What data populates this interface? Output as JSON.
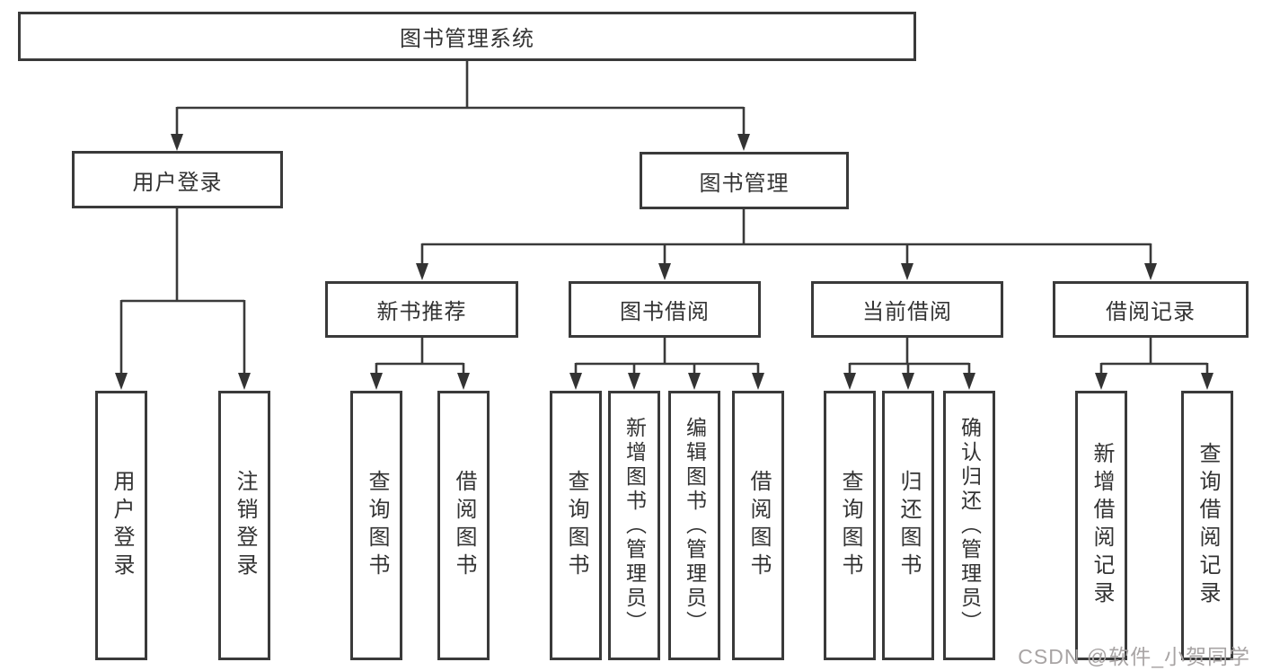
{
  "diagram": {
    "root": {
      "label": "图书管理系统"
    },
    "branches": [
      {
        "label": "用户登录"
      },
      {
        "label": "图书管理"
      }
    ],
    "modules": [
      {
        "label": "新书推荐"
      },
      {
        "label": "图书借阅"
      },
      {
        "label": "当前借阅"
      },
      {
        "label": "借阅记录"
      }
    ],
    "leaves": [
      {
        "label": "用户登录"
      },
      {
        "label": "注销登录"
      },
      {
        "label": "查询图书"
      },
      {
        "label": "借阅图书"
      },
      {
        "label": "查询图书"
      },
      {
        "label": "新增图书（管理员）"
      },
      {
        "label": "编辑图书（管理员）"
      },
      {
        "label": "借阅图书"
      },
      {
        "label": "查询图书"
      },
      {
        "label": "归还图书"
      },
      {
        "label": "确认归还（管理员）"
      },
      {
        "label": "新增借阅记录"
      },
      {
        "label": "查询借阅记录"
      }
    ]
  },
  "watermark": {
    "text": "CSDN @软件_小贺同学"
  },
  "colors": {
    "line": "#3a3a3a",
    "box_border": "#3a3a3a",
    "text": "#333333",
    "watermark": "#a8a4a4",
    "background": "#ffffff"
  }
}
